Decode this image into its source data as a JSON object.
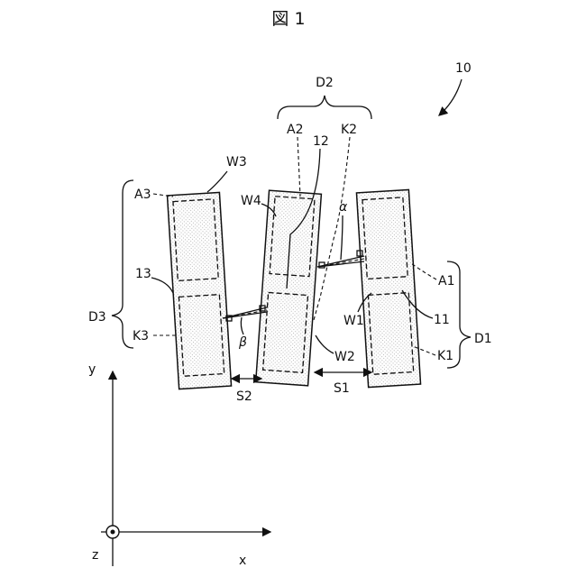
{
  "figure_title": "図 1",
  "device_label": "10",
  "strips": [
    {
      "id": "strip-1",
      "ref": "11",
      "width_label": "W1"
    },
    {
      "id": "strip-2",
      "ref": "12",
      "width_label": "W2"
    },
    {
      "id": "strip-3",
      "ref": "13",
      "width_label": "W3"
    }
  ],
  "labels": {
    "D1": "D1",
    "D2": "D2",
    "D3": "D3",
    "A1": "A1",
    "A2": "A2",
    "A3": "A3",
    "K1": "K1",
    "K2": "K2",
    "K3": "K3",
    "W4": "W4",
    "S1": "S1",
    "S2": "S2",
    "alpha": "α",
    "beta": "β"
  },
  "axes": {
    "y": "y",
    "x": "x",
    "z": "z"
  },
  "colors": {
    "line": "#111111",
    "light_dots": "#bdbdbd",
    "dense_dots": "#7a7a7a"
  }
}
